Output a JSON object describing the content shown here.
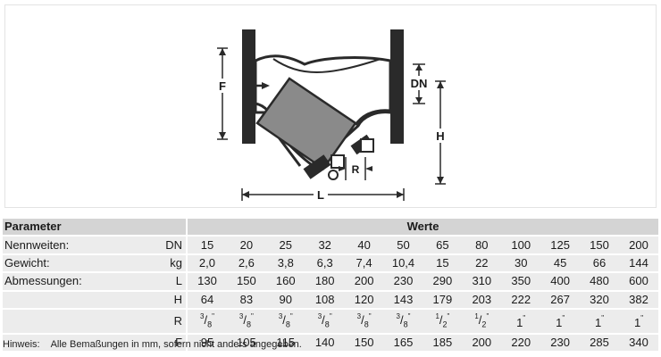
{
  "drawing": {
    "labels": {
      "F": "F",
      "DN": "DN",
      "H": "H",
      "R": "R",
      "L": "L"
    }
  },
  "table": {
    "header_param": "Parameter",
    "header_values": "Werte",
    "rows": [
      {
        "label": "Nennweiten:",
        "unit": "DN",
        "values": [
          "15",
          "20",
          "25",
          "32",
          "40",
          "50",
          "65",
          "80",
          "100",
          "125",
          "150",
          "200"
        ]
      },
      {
        "label": "Gewicht:",
        "unit": "kg",
        "values": [
          "2,0",
          "2,6",
          "3,8",
          "6,3",
          "7,4",
          "10,4",
          "15",
          "22",
          "30",
          "45",
          "66",
          "144"
        ]
      },
      {
        "label": "Abmessungen:",
        "unit": "L",
        "values": [
          "130",
          "150",
          "160",
          "180",
          "200",
          "230",
          "290",
          "310",
          "350",
          "400",
          "480",
          "600"
        ]
      },
      {
        "label": "",
        "unit": "H",
        "values": [
          "64",
          "83",
          "90",
          "108",
          "120",
          "143",
          "179",
          "203",
          "222",
          "267",
          "320",
          "382"
        ]
      },
      {
        "label": "",
        "unit": "R",
        "fractions": [
          {
            "num": "3",
            "den": "8"
          },
          {
            "num": "3",
            "den": "8"
          },
          {
            "num": "3",
            "den": "8"
          },
          {
            "num": "3",
            "den": "8"
          },
          {
            "num": "3",
            "den": "8"
          },
          {
            "num": "3",
            "den": "8"
          },
          {
            "num": "1",
            "den": "2"
          },
          {
            "num": "1",
            "den": "2"
          },
          {
            "whole": "1"
          },
          {
            "whole": "1"
          },
          {
            "whole": "1"
          },
          {
            "whole": "1"
          }
        ],
        "inch": "\""
      },
      {
        "label": "",
        "unit": "F",
        "values": [
          "95",
          "105",
          "115",
          "140",
          "150",
          "165",
          "185",
          "200",
          "220",
          "230",
          "285",
          "340"
        ]
      }
    ]
  },
  "note": {
    "key": "Hinweis:",
    "text": "Alle Bemaßungen in mm, sofern nicht anders angegeben."
  }
}
